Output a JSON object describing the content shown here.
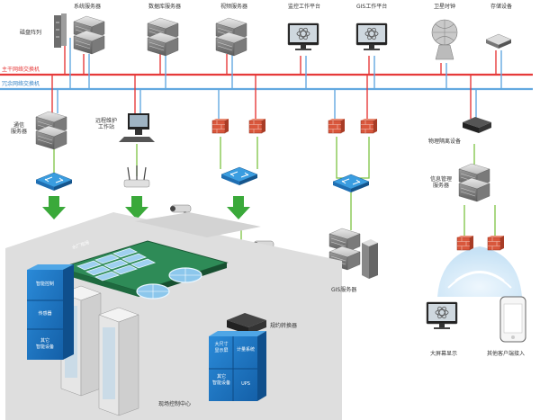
{
  "top_devices": {
    "disk_array": "磁盘阵列",
    "system_server": "系统服务器",
    "database_server": "数据库服务器",
    "video_server": "视频服务器",
    "monitor_platform": "监控工作平台",
    "gis_platform": "GIS工作平台",
    "satellite_clock": "卫星时钟",
    "storage_device": "存储设备"
  },
  "networks": {
    "main_switch": "主干网络交换机",
    "redundant_switch": "冗余网络交换机"
  },
  "mid_devices": {
    "comm_server": "通信\n服务器",
    "remote_workstation": "远程维护\n工作站",
    "physical_isolation": "物理隔离设备",
    "info_server": "信息管理\n服务器",
    "gis_server": "GIS服务器"
  },
  "plant": {
    "plant_label": "水厂现场",
    "cabinets": [
      "智能控制",
      "传感器",
      "其它\n智能设备"
    ],
    "protocol_converter": "规约转换器",
    "right_boxes": [
      "大尺寸\n显示屏",
      "计量系统",
      "其它\n智能设备",
      "UPS"
    ],
    "control_center": "现场控制中心"
  },
  "clients": {
    "big_screen": "大屏幕显示",
    "mobile_access": "其他客户端接入"
  },
  "colors": {
    "main_line": "#e63a3a",
    "redundant_line": "#63a9e0",
    "link_line": "#7cc242",
    "arrow_green": "#3aa93a",
    "blue_box": "#1a78c8",
    "firewall": "#d9573c"
  }
}
